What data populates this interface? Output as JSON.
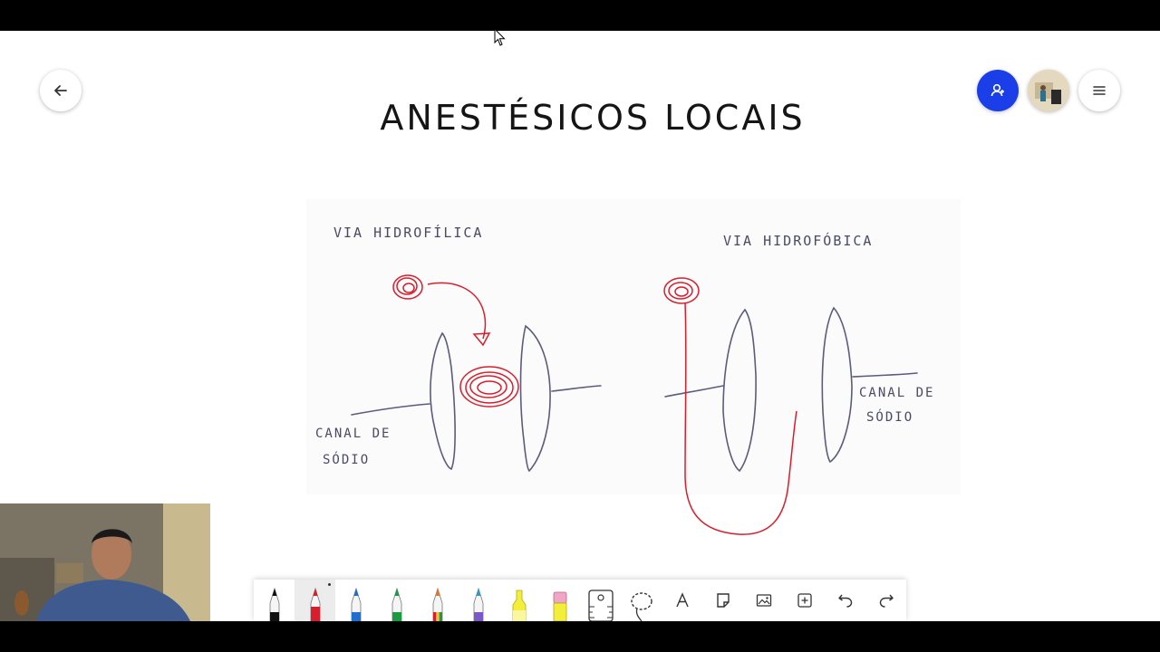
{
  "board": {
    "title": "ANESTÉSICOS LOCAIS",
    "labels": {
      "left_path": "VIA HIDROFÍLICA",
      "right_path": "VIA HIDROFÓBICA",
      "canal_left_line1": "CANAL DE",
      "canal_left_line2": "SÓDIO",
      "canal_right_line1": "CANAL DE",
      "canal_right_line2": "SÓDIO"
    }
  },
  "header": {
    "back_icon": "arrow-left-icon",
    "share_icon": "add-person-icon",
    "menu_icon": "hamburger-icon"
  },
  "toolbar": {
    "tools": [
      {
        "name": "black-pen",
        "color": "#111111"
      },
      {
        "name": "red-pen",
        "color": "#d81e2c",
        "selected": true
      },
      {
        "name": "blue-pen",
        "color": "#1f6fd1"
      },
      {
        "name": "green-pen",
        "color": "#1b9a44"
      },
      {
        "name": "rainbow-pen",
        "color": "#e8762a"
      },
      {
        "name": "galaxy-pen",
        "color": "#7a58c8"
      },
      {
        "name": "highlighter",
        "color": "#f3ee3a"
      },
      {
        "name": "eraser",
        "color": "#f1a6c8"
      },
      {
        "name": "ruler-icon"
      },
      {
        "name": "lasso-icon"
      },
      {
        "name": "text-icon"
      },
      {
        "name": "sticky-note-icon"
      },
      {
        "name": "image-icon"
      },
      {
        "name": "add-icon"
      },
      {
        "name": "undo-icon"
      },
      {
        "name": "redo-icon"
      }
    ]
  },
  "colors": {
    "ink": "#4a4a66",
    "red_ink": "#d81e2c",
    "accent": "#1a3ee8"
  }
}
